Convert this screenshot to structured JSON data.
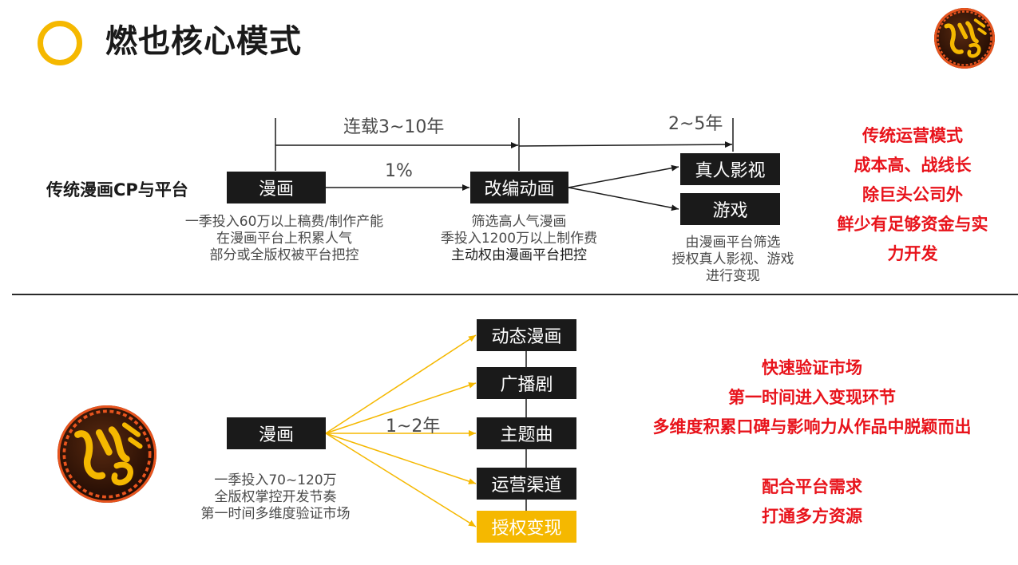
{
  "title": "燃也核心模式",
  "colors": {
    "accent": "#f5b800",
    "red": "#e8131b",
    "box": "#1a1a1a",
    "logo_ring": "#e8541e"
  },
  "logo_icon": "ranye-calligraphy-logo",
  "traditional": {
    "row_label": "传统漫画CP与平台",
    "nodes": {
      "comic": "漫画",
      "animation": "改编动画",
      "live_action": "真人影视",
      "game": "游戏"
    },
    "timeline_serial": "连载3~10年",
    "timeline_later": "2~5年",
    "conversion_rate": "1%",
    "comic_notes": [
      "一季投入60万以上稿费/制作产能",
      "在漫画平台上积累人气",
      "部分或全版权被平台把控"
    ],
    "animation_notes": [
      "筛选高人气漫画",
      "季投入1200万以上制作费",
      "主动权由漫画平台把控"
    ],
    "license_notes": [
      "由漫画平台筛选",
      "授权真人影视、游戏",
      "进行变现"
    ],
    "summary": [
      "传统运营模式",
      "成本高、战线长",
      "除巨头公司外",
      "鲜少有足够资金与实",
      "力开发"
    ]
  },
  "ranye": {
    "source": "漫画",
    "period": "1~2年",
    "outputs": [
      "动态漫画",
      "广播剧",
      "主题曲",
      "运营渠道",
      "授权变现"
    ],
    "source_notes": [
      "一季投入70~120万",
      "全版权掌控开发节奏",
      "第一时间多维度验证市场"
    ],
    "summary_top": [
      "快速验证市场",
      "第一时间进入变现环节",
      "多维度积累口碑与影响力从作品中脱颖而出"
    ],
    "summary_bottom": [
      "配合平台需求",
      "打通多方资源"
    ]
  }
}
